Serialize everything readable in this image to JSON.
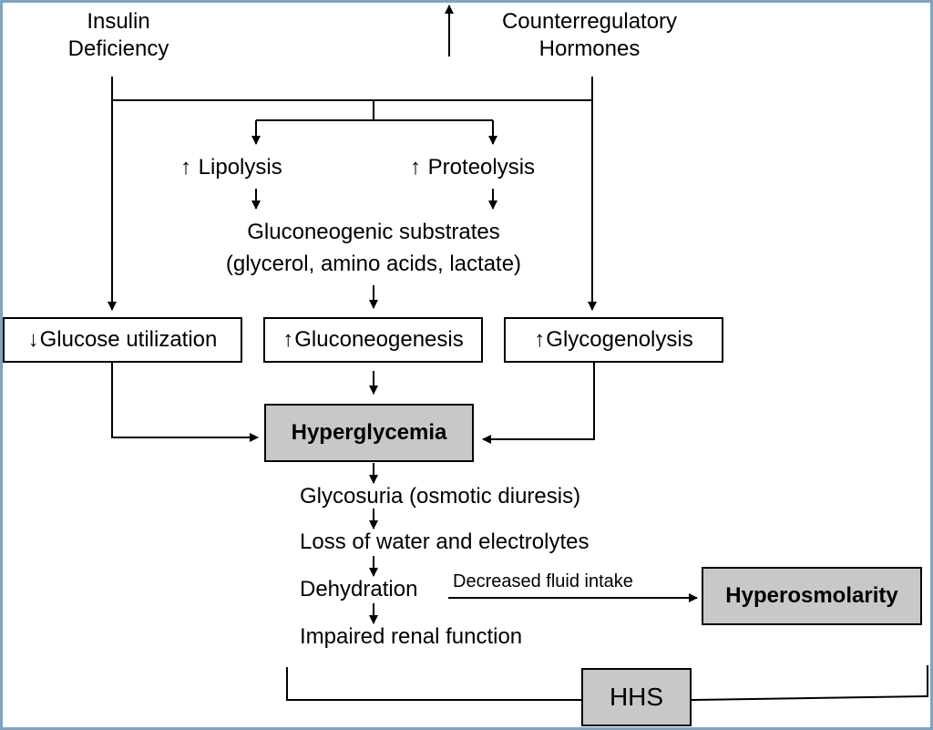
{
  "inputs": {
    "insulin_line1": "Insulin",
    "insulin_line2": "Deficiency",
    "up_arrow_symbol": "↑",
    "counter_line1": "Counterregulatory",
    "counter_line2": "Hormones"
  },
  "processes": {
    "lipolysis_arrow": "↑",
    "lipolysis": "Lipolysis",
    "proteolysis_arrow": "↑",
    "proteolysis": "Proteolysis",
    "substrates_line1": "Gluconeogenic substrates",
    "substrates_line2": "(glycerol, amino acids, lactate)"
  },
  "boxes": {
    "glucose_utilization_arrow": "↓",
    "glucose_utilization": "Glucose utilization",
    "gluconeogenesis_arrow": "↑",
    "gluconeogenesis": "Gluconeogenesis",
    "glycogenolysis_arrow": "↑",
    "glycogenolysis": "Glycogenolysis",
    "hyperglycemia": "Hyperglycemia",
    "hyperosmolarity": "Hyperosmolarity",
    "hhs": "HHS"
  },
  "cascade": {
    "glycosuria": "Glycosuria (osmotic diuresis)",
    "loss_of_water": "Loss of water and electrolytes",
    "dehydration": "Dehydration",
    "decreased_fluid_intake": "Decreased fluid intake",
    "impaired_renal": "Impaired renal function"
  }
}
